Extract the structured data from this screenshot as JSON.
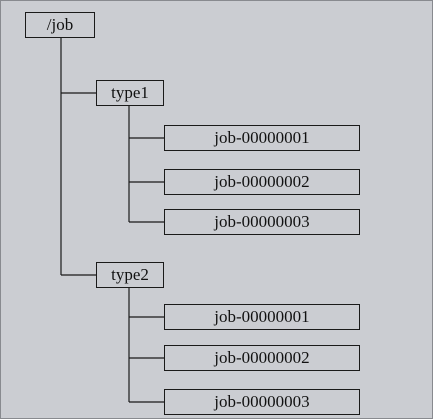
{
  "tree": {
    "root": {
      "label": "/job"
    },
    "groups": [
      {
        "label": "type1",
        "children": [
          {
            "label": "job-00000001"
          },
          {
            "label": "job-00000002"
          },
          {
            "label": "job-00000003"
          }
        ]
      },
      {
        "label": "type2",
        "children": [
          {
            "label": "job-00000001"
          },
          {
            "label": "job-00000002"
          },
          {
            "label": "job-00000003"
          }
        ]
      }
    ]
  }
}
